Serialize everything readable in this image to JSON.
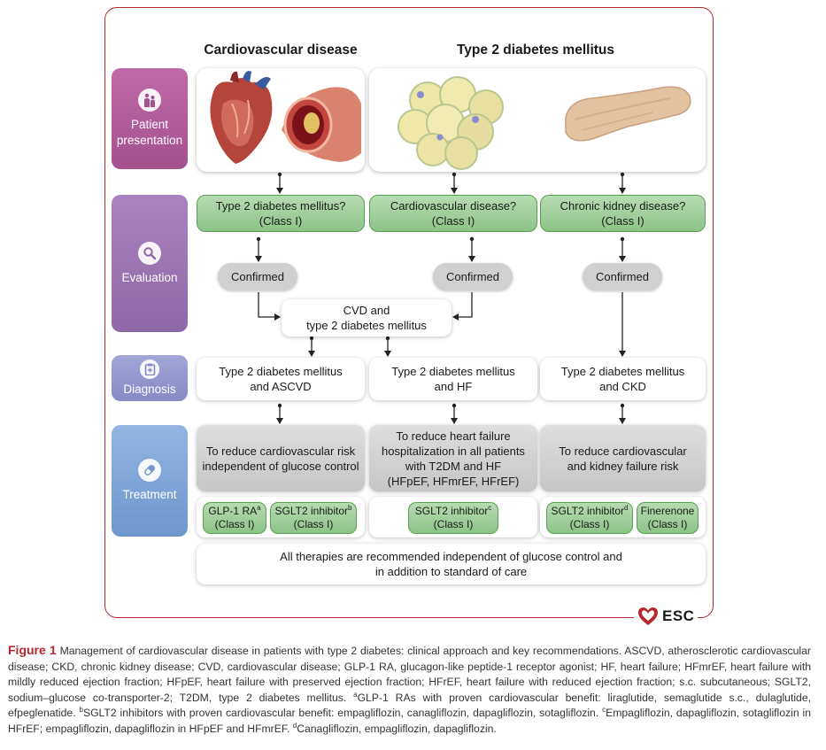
{
  "columns": {
    "cvd": "Cardiovascular disease",
    "t2dm": "Type 2 diabetes mellitus"
  },
  "rows": {
    "patient_1": "Patient",
    "patient_2": "presentation",
    "evaluation": "Evaluation",
    "diagnosis": "Diagnosis",
    "treatment": "Treatment"
  },
  "evaluation": {
    "q1_line1": "Type 2 diabetes mellitus?",
    "q1_line2": "(Class I)",
    "q2_line1": "Cardiovascular disease?",
    "q2_line2": "(Class I)",
    "q3_line1": "Chronic kidney disease?",
    "q3_line2": "(Class I)",
    "confirmed": "Confirmed",
    "merge_line1": "CVD and",
    "merge_line2": "type 2 diabetes mellitus"
  },
  "diagnosis": {
    "d1_line1": "Type 2 diabetes mellitus",
    "d1_line2": "and ASCVD",
    "d2_line1": "Type 2 diabetes mellitus",
    "d2_line2": "and HF",
    "d3_line1": "Type 2 diabetes mellitus",
    "d3_line2": "and CKD"
  },
  "treatment": {
    "t1_line1": "To reduce cardiovascular risk",
    "t1_line2": "independent of glucose control",
    "t2_line1": "To reduce heart failure",
    "t2_line2": "hospitalization in all patients",
    "t2_line3": "with T2DM and HF",
    "t2_line4": "(HFpEF, HFmrEF, HFrEF)",
    "t3_line1": "To reduce cardiovascular",
    "t3_line2": "and kidney failure risk"
  },
  "drugs": {
    "glp1": "GLP-1 RA",
    "glp1_sup": "a",
    "sglt2": "SGLT2 inhibitor",
    "sglt2_sup_b": "b",
    "sglt2_sup_c": "c",
    "sglt2_sup_d": "d",
    "finerenone": "Finerenone",
    "class": "(Class I)"
  },
  "footer_note": {
    "line1": "All therapies are recommended independent of glucose control and",
    "line2": "in addition to standard of care"
  },
  "logo": {
    "text": "ESC"
  },
  "caption": {
    "figure_label": "Figure 1",
    "text1": " Management of cardiovascular disease in patients with type 2 diabetes: clinical approach and key recommendations. ASCVD, atherosclerotic cardiovascular disease; CKD, chronic kidney disease; CVD, cardiovascular disease; GLP-1 RA, glucagon-like peptide-1 receptor agonist; HF, heart failure; HFmrEF, heart failure with mildly reduced ejection fraction; HFpEF, heart failure with preserved ejection fraction; HFrEF, heart failure with reduced ejection fraction; s.c. subcutaneous; SGLT2, sodium–glucose co-transporter-2; T2DM, type 2 diabetes mellitus. ",
    "sup_a": "a",
    "text2": "GLP-1 RAs with proven cardiovascular benefit: liraglutide, semaglutide s.c., dulaglutide, efpeglenatide. ",
    "sup_b": "b",
    "text3": "SGLT2 inhibitors with proven cardiovascular benefit: empagliflozin, canagliflozin, dapagliflozin, sotagliflozin. ",
    "sup_c": "c",
    "text4": "Empagliflozin, dapagliflozin, sotagliflozin in HFrEF; empagliflozin, dapagliflozin in HFpEF and HFmrEF. ",
    "sup_d": "d",
    "text5": "Canagliflozin, empagliflozin, dapagliflozin."
  },
  "colors": {
    "border_red": "#b5282e",
    "green_fill": "#8cc487",
    "green_border": "#5aa053",
    "patient_purple": "#a4518f",
    "evaluation_purple": "#8f68a8",
    "diagnosis_lavender": "#8689c4",
    "treatment_blue": "#6e97cd"
  },
  "icons": [
    "patient-icon",
    "magnifier-icon",
    "clipboard-icon",
    "pill-icon",
    "heart-illustration",
    "artery-illustration",
    "fat-cells-illustration",
    "pancreas-illustration",
    "esc-heart-logo"
  ]
}
